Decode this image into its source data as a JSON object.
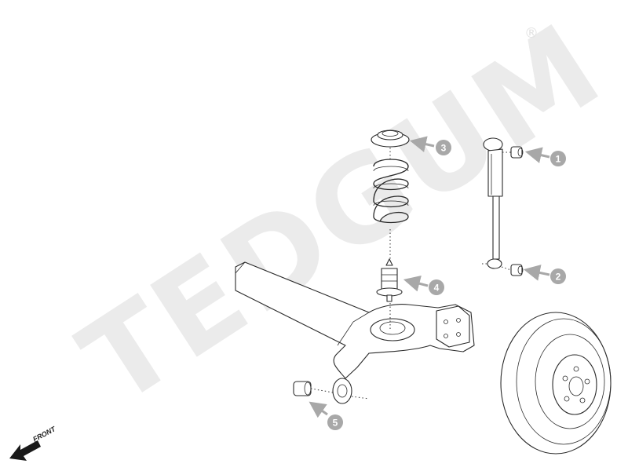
{
  "watermark": {
    "text": "TEDGUM",
    "registered_mark": "®",
    "color": "#ebebeb"
  },
  "front_indicator": {
    "label": "FRONT",
    "icon": "arrow-front-icon"
  },
  "callouts": [
    {
      "number": "1",
      "part": "shock-absorber-upper-bushing"
    },
    {
      "number": "2",
      "part": "shock-absorber-lower-bushing"
    },
    {
      "number": "3",
      "part": "spring-top-mount"
    },
    {
      "number": "4",
      "part": "bump-stop"
    },
    {
      "number": "5",
      "part": "axle-bushing"
    }
  ],
  "colors": {
    "line_art": "#2a2a2a",
    "callout_fill": "#a8a8a8",
    "background": "#ffffff"
  }
}
